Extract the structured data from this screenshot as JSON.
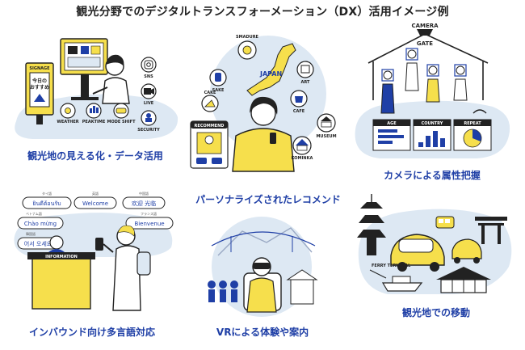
{
  "title": "観光分野でのデジタルトランスフォーメーション（DX）活用イメージ例",
  "colors": {
    "accent": "#1f3fa6",
    "highlight": "#f6df4c",
    "bubble": "#dde8f3",
    "ink": "#222222"
  },
  "panels": {
    "visualization": {
      "caption": "観光地の見える化・データ活用",
      "signage_label": "SIGNAGE",
      "signage_text_1": "今日の",
      "signage_text_2": "おすすめ",
      "icons": [
        "WEATHER",
        "PEAKTIME",
        "MODE SHIFT",
        "SNS",
        "LIVE",
        "SECURITY"
      ]
    },
    "recommend": {
      "caption": "パーソナライズされたレコメンド",
      "map_label": "JAPAN",
      "recommend_label": "RECOMMEND",
      "icons": [
        "SAKE",
        "SMADURE",
        "ART",
        "CAFE",
        "CAKE",
        "MUSEUM",
        "KOMINKA"
      ]
    },
    "camera": {
      "caption": "カメラによる属性把握",
      "camera_label": "CAMERA",
      "gate_label": "GATE",
      "stats": [
        "AGE",
        "COUNTRY",
        "REPEAT"
      ]
    },
    "multilingual": {
      "caption": "インバウンド向け多言語対応",
      "counter_label": "INFORMATION",
      "greetings": [
        {
          "lang": "タイ語",
          "text": "ยินดีต้อนรับ"
        },
        {
          "lang": "英語",
          "text": "Welcome"
        },
        {
          "lang": "中国語",
          "text": "欢迎 光临"
        },
        {
          "lang": "ベトナム語",
          "text": "Chào mừng"
        },
        {
          "lang": "フランス語",
          "text": "Bienvenue"
        },
        {
          "lang": "韓国語",
          "text": "어서 오세요"
        }
      ]
    },
    "vr": {
      "caption": "VRによる体験や案内"
    },
    "mobility": {
      "caption": "観光地での移動",
      "ferry_label": "FERRY TERMINAL"
    }
  }
}
